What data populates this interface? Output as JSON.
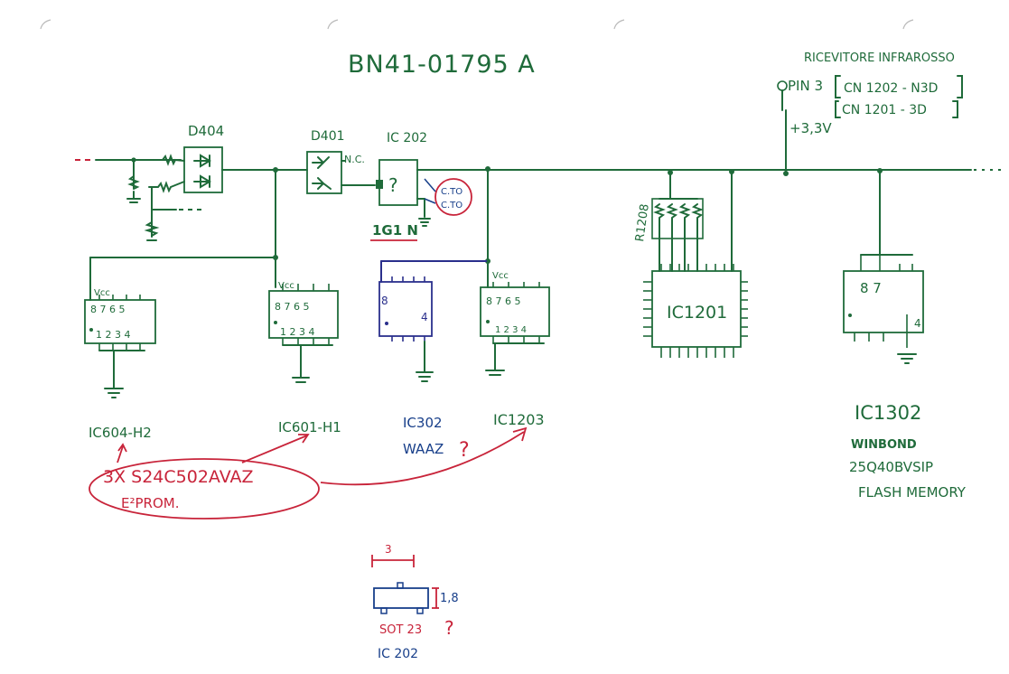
{
  "title": "BN41-01795 A",
  "ir_receiver": {
    "title": "RICEVITORE INFRAROSSO",
    "pin_label": "PIN 3",
    "part_a": "CN 1202 - N3D",
    "part_b": "CN 1201 - 3D",
    "voltage": "+3,3V"
  },
  "components": {
    "d404": "D404",
    "d401": "D401",
    "d401_note": "N.C.",
    "ic202": "IC 202",
    "ic202_q": "?",
    "ic202_marking": "1G1 N",
    "cto_a": "C.TO",
    "cto_b": "C.TO",
    "r1208": "R1208",
    "ic1201": "IC1201"
  },
  "chips": {
    "vcc": "Vcc",
    "pins_top": "8 7 6 5",
    "pins_bot": "1 2 3 4",
    "pins_bot_b": "1 2 3 4",
    "pins_bot_c": "1 2 3 4",
    "ic302_pin8": "8",
    "ic302_pin4": "4",
    "ic1302_pins": "8 7",
    "ic1302_pin4": "4"
  },
  "labels": {
    "ic604": "IC604-H2",
    "ic601": "IC601-H1",
    "ic302": "IC302",
    "ic302_sub": "WAAZ",
    "ic302_q": "?",
    "ic1203": "IC1203",
    "ic1302": "IC1302",
    "ic1302_brand": "WINBOND",
    "ic1302_part": "25Q40BVSIP",
    "ic1302_type": "FLASH MEMORY"
  },
  "note": {
    "line1": "3X S24C502AVAZ",
    "line2": "E²PROM."
  },
  "sot23": {
    "width": "3",
    "height": "1,8",
    "name": "SOT 23",
    "q": "?",
    "ic": "IC 202"
  },
  "colors": {
    "ink_green": "#1f6b3a",
    "ink_blue": "#2a2f8c",
    "ink_red": "#c8243a",
    "ink_darkblue": "#183f8a"
  }
}
